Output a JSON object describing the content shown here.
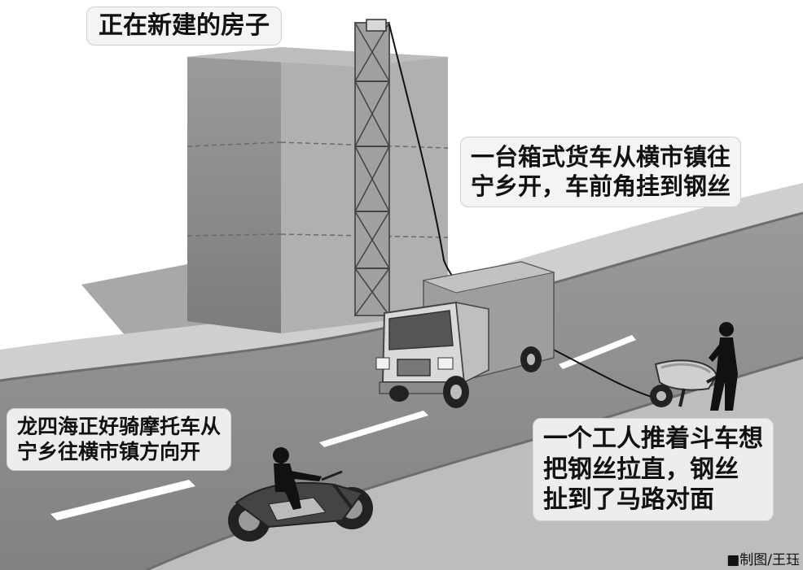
{
  "labels": {
    "house": "正在新建的房子",
    "truck": [
      "一台箱式货车从横市镇往",
      "宁乡开，车前角挂到钢丝"
    ],
    "rider": [
      "龙四海正好骑摩托车从",
      "宁乡往横市镇方向开"
    ],
    "worker": [
      "一个工人推着斗车想",
      "把钢丝拉直，钢丝",
      "扯到了马路对面"
    ]
  },
  "credit": "■制图/王珏",
  "colors": {
    "road": "#8f8f8f",
    "roadside": "#c4c4c4",
    "building": "#8a8a8a",
    "background": "#ffffff"
  }
}
